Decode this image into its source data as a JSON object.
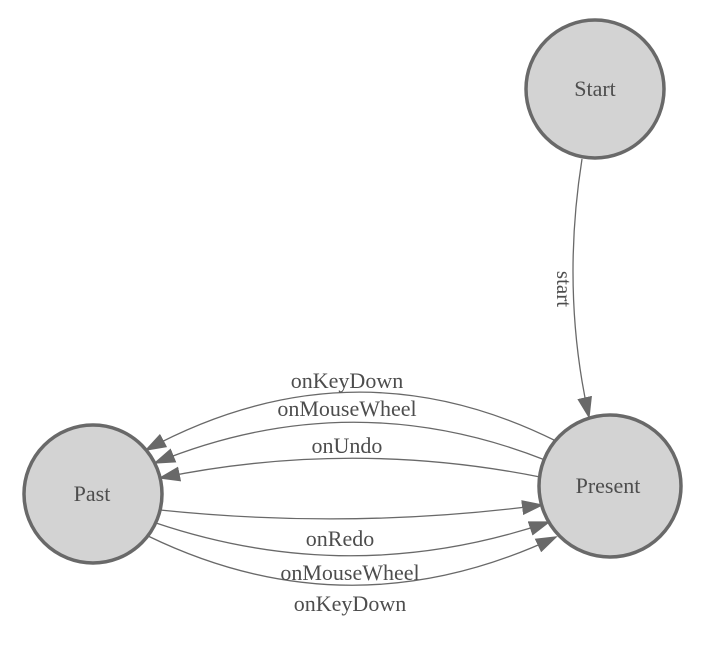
{
  "diagram": {
    "kind": "state-machine",
    "nodes": [
      {
        "id": "start",
        "label": "Start"
      },
      {
        "id": "present",
        "label": "Present"
      },
      {
        "id": "past",
        "label": "Past"
      }
    ],
    "edges": [
      {
        "from": "Start",
        "to": "Present",
        "label": "start"
      },
      {
        "from": "Present",
        "to": "Past",
        "label": "onKeyDown"
      },
      {
        "from": "Present",
        "to": "Past",
        "label": "onMouseWheel"
      },
      {
        "from": "Present",
        "to": "Past",
        "label": "onUndo"
      },
      {
        "from": "Past",
        "to": "Present",
        "label": "onRedo"
      },
      {
        "from": "Past",
        "to": "Present",
        "label": "onMouseWheel"
      },
      {
        "from": "Past",
        "to": "Present",
        "label": "onKeyDown"
      }
    ],
    "colors": {
      "background": "#ffffff",
      "node_fill": "#d3d3d3",
      "node_stroke": "#696969",
      "edge_stroke": "#696969",
      "arrow_fill": "#696969",
      "text": "#4d4d4d"
    }
  }
}
